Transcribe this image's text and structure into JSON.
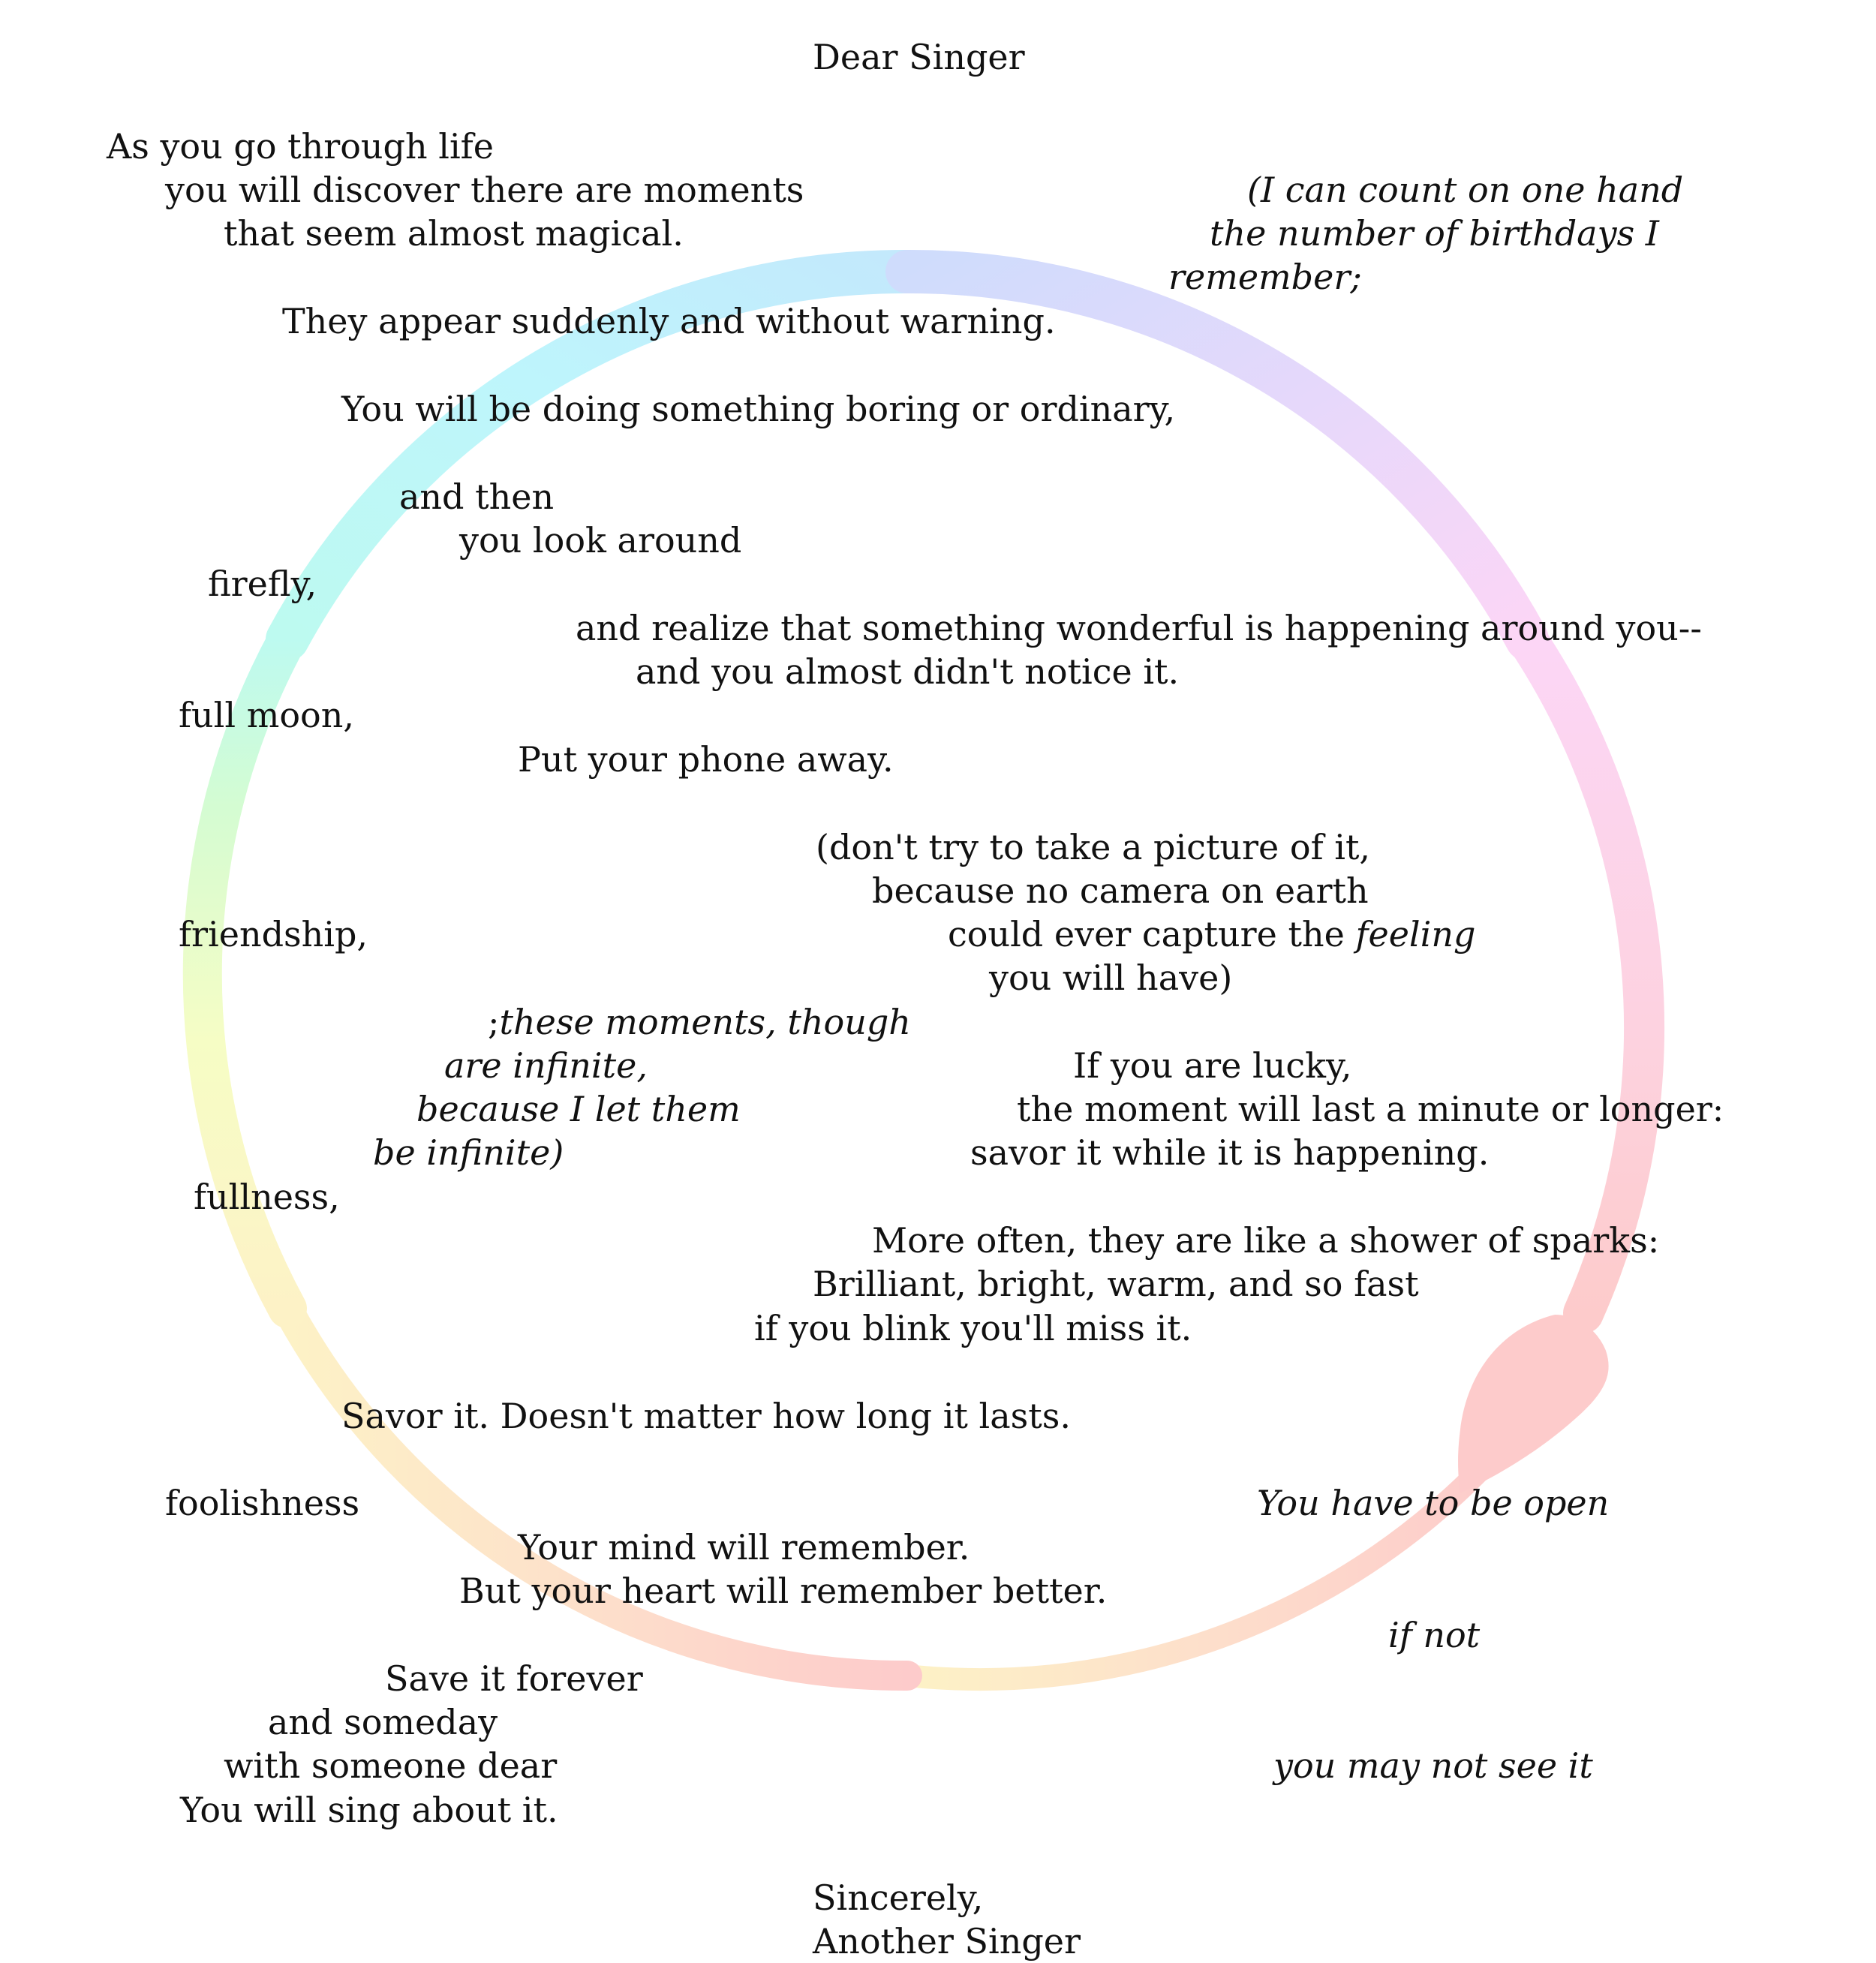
{
  "letter": {
    "salutation": "Dear Singer",
    "opening": [
      "As you go through life",
      "you will discover there are moments",
      "that seem almost magical."
    ],
    "appear": "They appear suddenly and without warning.",
    "doing": "You will be doing something boring or ordinary,",
    "and_then": "and then",
    "look_around": "you look around",
    "realize": "and realize that something wonderful is happening around you--",
    "almost": "and you almost didn't notice it.",
    "phone": "Put your phone away.",
    "picture": [
      "(don't try to take a picture of it,",
      "because no camera on earth"
    ],
    "capture_prefix": "could ever capture the ",
    "capture_em": "feeling",
    "will_have": "you will have)",
    "lucky": [
      "If you are lucky,",
      "the moment will last a minute or longer:",
      "savor it while it is happening."
    ],
    "often": [
      "More often, they are like a shower of sparks:",
      "Brilliant, bright, warm, and so fast",
      "if you blink you'll miss it."
    ],
    "savor": "Savor it. Doesn't matter how long it lasts.",
    "remember": [
      "Your mind will remember.",
      "But your heart will remember better."
    ],
    "forever": [
      "Save it forever",
      "and someday",
      "with someone dear",
      "You will sing about it."
    ],
    "sincerely": "Sincerely,",
    "signature": "Another Singer"
  },
  "margin_words": {
    "firefly": "firefly,",
    "full_moon": "full moon,",
    "friendship": "friendship,",
    "fullness": "fullness,",
    "foolishness": "foolishness"
  },
  "aside": {
    "count": [
      "(I can count on one hand",
      "the number of birthdays I",
      "remember;"
    ],
    "moments_semicolon": ";",
    "moments_italic": "these moments, though",
    "infinite": [
      "are infinite,",
      "because I let them",
      "be infinite)"
    ]
  },
  "open_lines": {
    "open": "You have to be open",
    "if_not": "if not",
    "may_not": "you may not see it"
  },
  "ring_colors": [
    "#c3e9fc",
    "#cfdcfc",
    "#e6d8fb",
    "#fcd6f6",
    "#fdd2df",
    "#fdcbcb",
    "#fddfcb",
    "#fdf2c6",
    "#f6fdc5",
    "#d4fcd2",
    "#bdfaf0",
    "#bef5fc"
  ]
}
